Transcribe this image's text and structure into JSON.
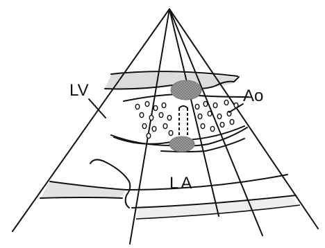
{
  "labels": {
    "lv": "LV",
    "ao": "Ao",
    "la": "LA"
  },
  "colors": {
    "ink": "#111111",
    "shade_light": "#d9d9d9",
    "shade_dark": "#9a9a9a",
    "background": "#ffffff"
  }
}
